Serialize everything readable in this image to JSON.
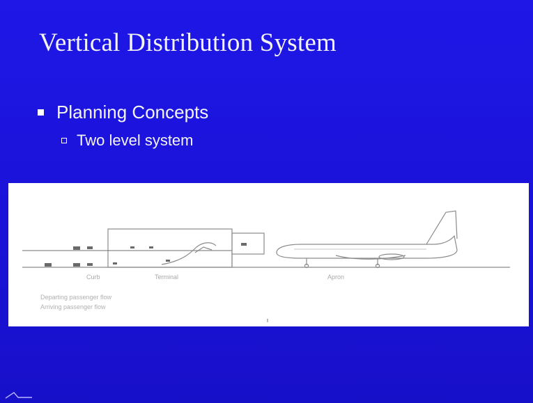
{
  "slide": {
    "title": "Vertical Distribution System",
    "bullet": "Planning Concepts",
    "sub_bullet": "Two level system"
  },
  "figure": {
    "labels": [
      "Curb",
      "Terminal",
      "Apron"
    ],
    "legend": [
      "Departing passenger flow",
      "Arriving passenger flow"
    ]
  },
  "colors": {
    "background": "#1a12d6",
    "text": "#ffffff",
    "figure_background": "#ffffff",
    "drawing": "#8a8a8a"
  }
}
